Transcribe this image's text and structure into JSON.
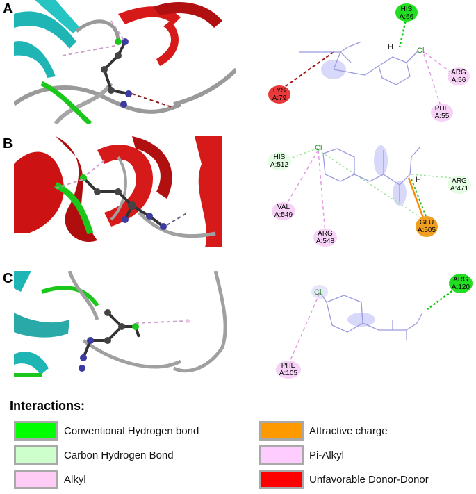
{
  "panels": [
    {
      "letter": "A",
      "residues": [
        {
          "name": "HIS",
          "num": "A:66",
          "type": "hbond"
        },
        {
          "name": "ARG",
          "num": "A:56",
          "type": "alkyl"
        },
        {
          "name": "PHE",
          "num": "A:55",
          "type": "alkyl"
        },
        {
          "name": "LYS",
          "num": "A:79",
          "type": "unfavorable"
        }
      ],
      "atoms": {
        "cl": "Cl",
        "h": "H"
      }
    },
    {
      "letter": "B",
      "residues": [
        {
          "name": "HIS",
          "num": "A:512",
          "type": "carbon"
        },
        {
          "name": "ARG",
          "num": "A:471",
          "type": "carbon"
        },
        {
          "name": "VAL",
          "num": "A:549",
          "type": "alkyl"
        },
        {
          "name": "ARG",
          "num": "A:548",
          "type": "alkyl"
        },
        {
          "name": "GLU",
          "num": "A:505",
          "type": "charge"
        }
      ],
      "atoms": {
        "cl": "Cl",
        "h": "H"
      }
    },
    {
      "letter": "C",
      "residues": [
        {
          "name": "ARG",
          "num": "A:120",
          "type": "hbond"
        },
        {
          "name": "PHE",
          "num": "A:105",
          "type": "alkyl"
        }
      ],
      "atoms": {
        "cl": "Cl"
      }
    }
  ],
  "legend": {
    "title": "Interactions:",
    "items": [
      {
        "label": "Conventional Hydrogen bond",
        "color": "#00ff00"
      },
      {
        "label": "Attractive charge",
        "color": "#ff9900"
      },
      {
        "label": "Carbon Hydrogen Bond",
        "color": "#ccffcc"
      },
      {
        "label": "Pi-Alkyl",
        "color": "#ffccff"
      },
      {
        "label": "Alkyl",
        "color": "#ffccf5"
      },
      {
        "label": "Unfavorable Donor-Donor",
        "color": "#ff0000"
      }
    ]
  }
}
